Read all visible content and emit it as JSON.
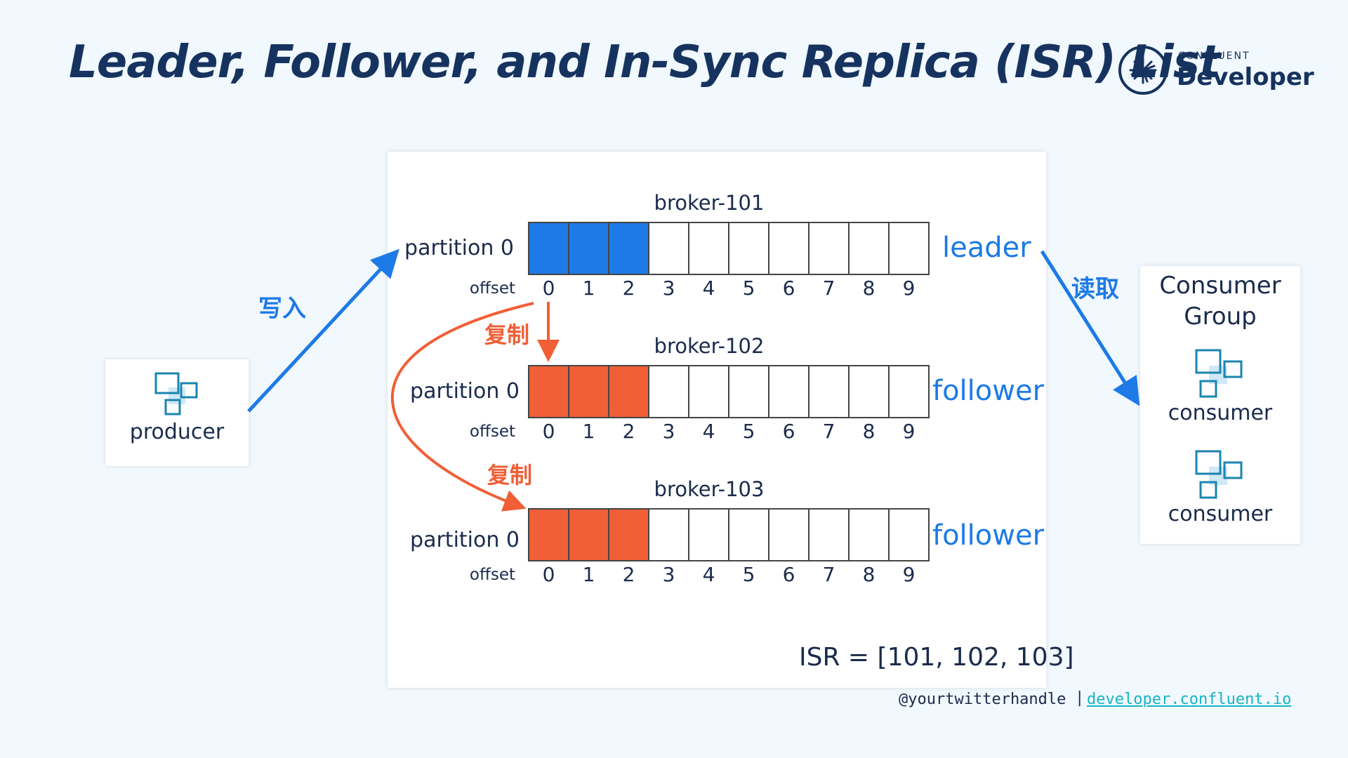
{
  "title": "Leader, Follower, and In-Sync Replica (ISR) List",
  "logo": {
    "small": "CONFLUENT",
    "big": "Developer"
  },
  "producer": {
    "label": "producer"
  },
  "write_label": "写入",
  "read_label": "读取",
  "replicate_label": "复制",
  "consumer_group": {
    "title_line1": "Consumer",
    "title_line2": "Group",
    "consumers": [
      "consumer",
      "consumer"
    ]
  },
  "offset_label": "offset",
  "offsets": [
    "0",
    "1",
    "2",
    "3",
    "4",
    "5",
    "6",
    "7",
    "8",
    "9"
  ],
  "brokers": [
    {
      "name": "broker-101",
      "partition": "partition 0",
      "role": "leader",
      "filled_count": 3,
      "fill_color": "#1d7ae6"
    },
    {
      "name": "broker-102",
      "partition": "partition 0",
      "role": "follower",
      "filled_count": 3,
      "fill_color": "#f05f36"
    },
    {
      "name": "broker-103",
      "partition": "partition 0",
      "role": "follower",
      "filled_count": 3,
      "fill_color": "#f05f36"
    }
  ],
  "isr": "ISR = [101, 102, 103]",
  "footer": {
    "handle": "@yourtwitterhandle",
    "separator": "|",
    "link": "developer.confluent.io"
  },
  "colors": {
    "accent_blue": "#1d7ae6",
    "accent_orange": "#f05f36",
    "title_navy": "#16335f",
    "link_teal": "#17b5c4"
  },
  "icons": [
    "confluent-logo-icon",
    "producer-icon",
    "consumer-icon"
  ]
}
